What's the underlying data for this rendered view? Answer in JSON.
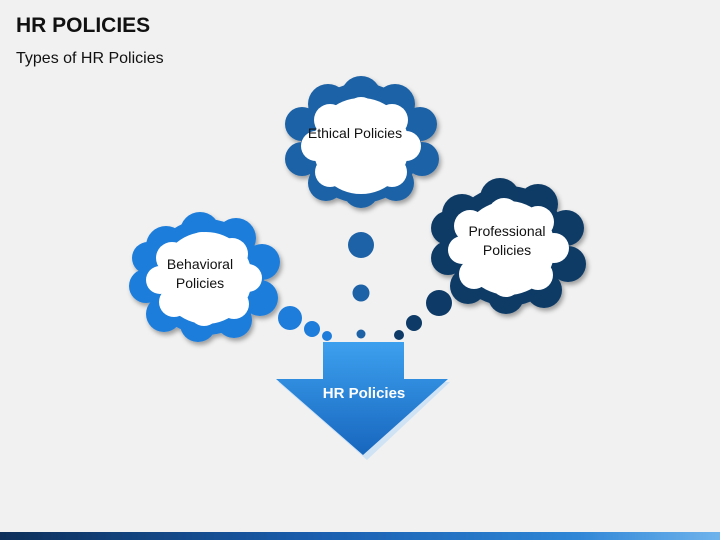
{
  "slide": {
    "title": "HR POLICIES",
    "subtitle": "Types of HR Policies"
  },
  "diagram": {
    "center": {
      "label": "HR Policies",
      "color": "#1f7fd4"
    },
    "bubbles": [
      {
        "id": "ethical",
        "line1": "Ethical Policies",
        "line2": "",
        "color": "#1d62a6"
      },
      {
        "id": "behavioral",
        "line1": "Behavioral",
        "line2": "Policies",
        "color": "#1e7ddb"
      },
      {
        "id": "professional",
        "line1": "Professional",
        "line2": "Policies",
        "color": "#0d3a66"
      }
    ]
  },
  "colors": {
    "background": "#f1f1f1",
    "arrow_light": "#3da0ef",
    "arrow_dark": "#1766bd"
  }
}
